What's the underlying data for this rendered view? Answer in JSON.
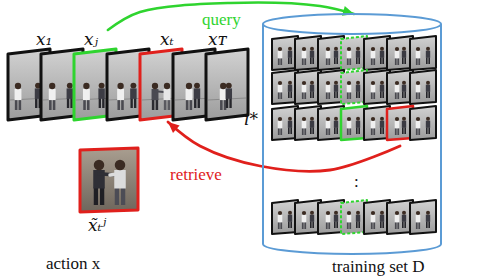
{
  "diagram": {
    "nodes": [
      {
        "text": [
          "x₁"
        ]
      },
      {
        "text": [
          "xⱼ"
        ]
      },
      {
        "text": [
          "xₜ"
        ]
      },
      {
        "text": [
          "xᴛ"
        ]
      },
      {
        "text": [
          "training set D"
        ]
      },
      {
        "text": [
          "i*"
        ],
        "in": 4
      },
      {
        "text": [
          "x̃ₜʲ"
        ]
      }
    ],
    "edges": [
      {
        "from": 1,
        "to": 4,
        "arrow": "to",
        "label": "query"
      },
      {
        "from": 5,
        "to": 2,
        "arrow": "to",
        "label": "retrieve"
      }
    ],
    "labels": [
      "action x",
      ":"
    ]
  }
}
